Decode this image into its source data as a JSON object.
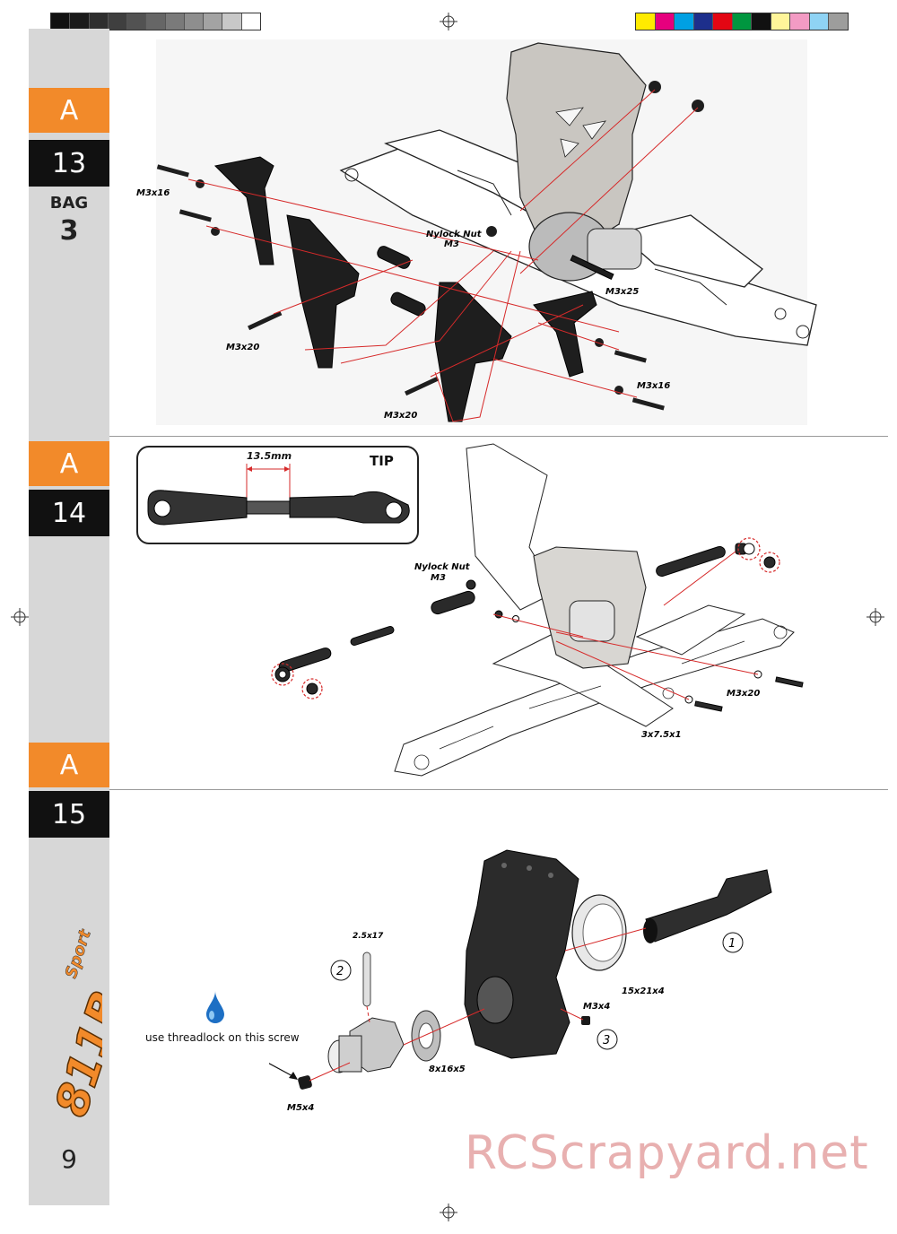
{
  "steps": [
    {
      "letter": "A",
      "number": "13"
    },
    {
      "letter": "A",
      "number": "14"
    },
    {
      "letter": "A",
      "number": "15"
    }
  ],
  "bag": {
    "label": "BAG",
    "number": "3"
  },
  "page_number": "9",
  "calibration_colors": [
    "#ffeb00",
    "#e6007e",
    "#00a0e3",
    "#1d2f8c",
    "#e30613",
    "#00963f",
    "#111111",
    "#fff59a",
    "#f39bc4",
    "#8fd3f4",
    "#9d9d9c"
  ],
  "gray_steps": [
    "#111111",
    "#1a1a1a",
    "#2e2e2e",
    "#3f3f3f",
    "#525252",
    "#666666",
    "#7a7a7a",
    "#8e8e8e",
    "#a3a3a3",
    "#c8c8c8",
    "#ffffff"
  ],
  "step13": {
    "labels": {
      "m3x16_left": "M3x16",
      "nylock_line1": "Nylock Nut",
      "nylock_line2": "M3",
      "m3x25": "M3x25",
      "m3x20_left": "M3x20",
      "m3x16_right": "M3x16",
      "m3x20_bottom": "M3x20"
    }
  },
  "step14": {
    "tip_label": "TIP",
    "tip_dimension": "13.5mm",
    "labels": {
      "nylock_line1": "Nylock Nut",
      "nylock_line2": "M3",
      "m3x20": "M3x20",
      "washer": "3x7.5x1"
    }
  },
  "step15": {
    "labels": {
      "pin": "2.5x17",
      "callout2": "2",
      "threadlock": "use threadlock on this screw",
      "m5x4": "M5x4",
      "bearing_small": "8x16x5",
      "bearing_large": "15x21x4",
      "m3x4": "M3x4",
      "callout1": "1",
      "callout3": "3"
    }
  },
  "logo": {
    "text": "811B",
    "subtext": "Sport",
    "accent": "#f28a2a"
  },
  "watermark": "RCScrapyard.net"
}
